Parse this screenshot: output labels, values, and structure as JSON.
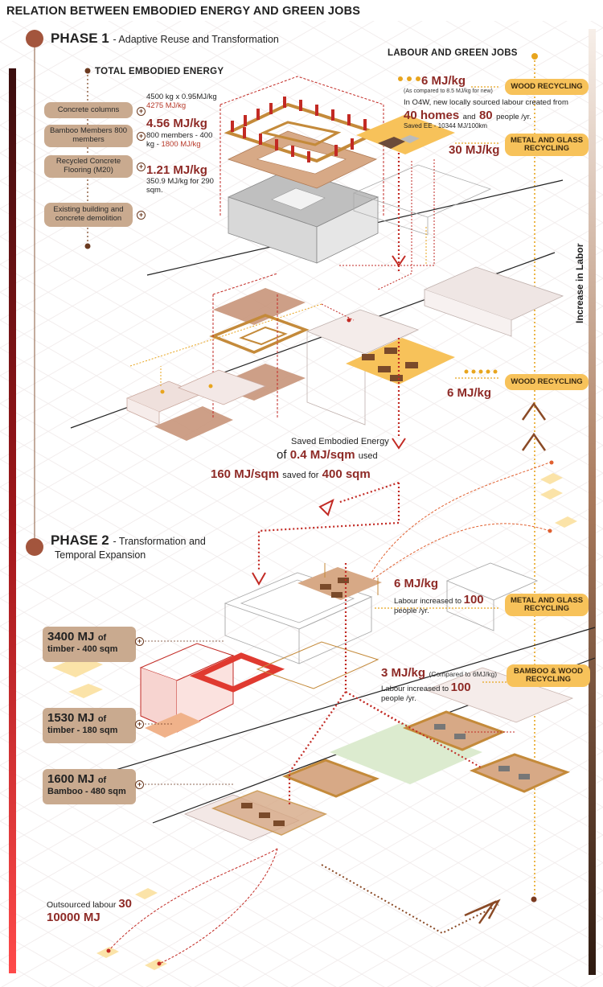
{
  "title": "RELATION BETWEEN EMBODIED ENERGY AND GREEN JOBS",
  "phase1": {
    "label": "PHASE 1",
    "subtitle": "- Adaptive Reuse and Transformation"
  },
  "phase2": {
    "label": "PHASE 2",
    "subtitle": "- Transformation and",
    "subtitle2": "Temporal Expansion"
  },
  "total_embodied_energy": "TOTAL EMBODIED ENERGY",
  "labour_green_jobs": "LABOUR AND GREEN JOBS",
  "increase_in_labor": "Increase in Labor",
  "phase1_items": [
    {
      "label": "Concrete columns"
    },
    {
      "label": "Bamboo Members 800 members"
    },
    {
      "label": "Recycled Concrete Flooring (M20)"
    },
    {
      "label": "Existing building and concrete demolition"
    }
  ],
  "energy_notes": {
    "columns_calc": "4500 kg x 0.95MJ/kg",
    "columns_value": "4275 MJ/kg",
    "bamboo_value": "4.56 MJ/kg",
    "bamboo_calc": "800 members - 400",
    "bamboo_calc2": "kg -",
    "bamboo_calc2_red": "1800 MJ/kg",
    "floor_value": "1.21 MJ/kg",
    "floor_calc": "350.9 MJ/kg for 290",
    "floor_calc2": "sqm."
  },
  "labour_top": {
    "value": "6 MJ/kg",
    "compare": "(As compared to 8.5 MJ/kg for new)",
    "note": "In O4W, new locally sourced labour created from",
    "homes_num": "40 homes",
    "and": "and",
    "people_num": "80",
    "people": "people /yr.",
    "saved": "Saved EE - 10344 MJ/100km",
    "metal_value": "30 MJ/kg"
  },
  "tags": {
    "wood_recycling": "WOOD RECYCLING",
    "metal_glass": "METAL AND GLASS RECYCLING",
    "bamboo_wood": "BAMBOO & WOOD RECYCLING"
  },
  "mid_labour_value": "6 MJ/kg",
  "saved_ee": {
    "line1": "Saved Embodied Energy",
    "of": "of",
    "val1": "0.4 MJ/sqm",
    "used": "used",
    "val2": "160 MJ/sqm",
    "saved_for": "saved for",
    "val3": "400 sqm"
  },
  "phase2_notes": {
    "v1": "6 MJ/kg",
    "l1a": "Labour increased to",
    "l1num": "100",
    "l1b": "people /yr.",
    "v2": "3 MJ/kg",
    "v2cmp": "(Compared to 6MJ/kg)",
    "l2a": "Labour increased to",
    "l2num": "100",
    "l2b": "people /yr."
  },
  "phase2_boxes": [
    {
      "num": "3400 MJ",
      "of": "of",
      "sub": "timber - 400 sqm"
    },
    {
      "num": "1530 MJ",
      "of": "of",
      "sub": "timber - 180 sqm"
    },
    {
      "num": "1600 MJ",
      "of": "of",
      "sub": "Bamboo - 480 sqm"
    }
  ],
  "outsourced": {
    "label": "Outsourced labour",
    "num": "30",
    "mj": "10000 MJ"
  },
  "colors": {
    "dark_red": "#8e2a26",
    "tan": "#c9aa8f",
    "yellow": "#f7c25a",
    "brown": "#a0522d"
  }
}
